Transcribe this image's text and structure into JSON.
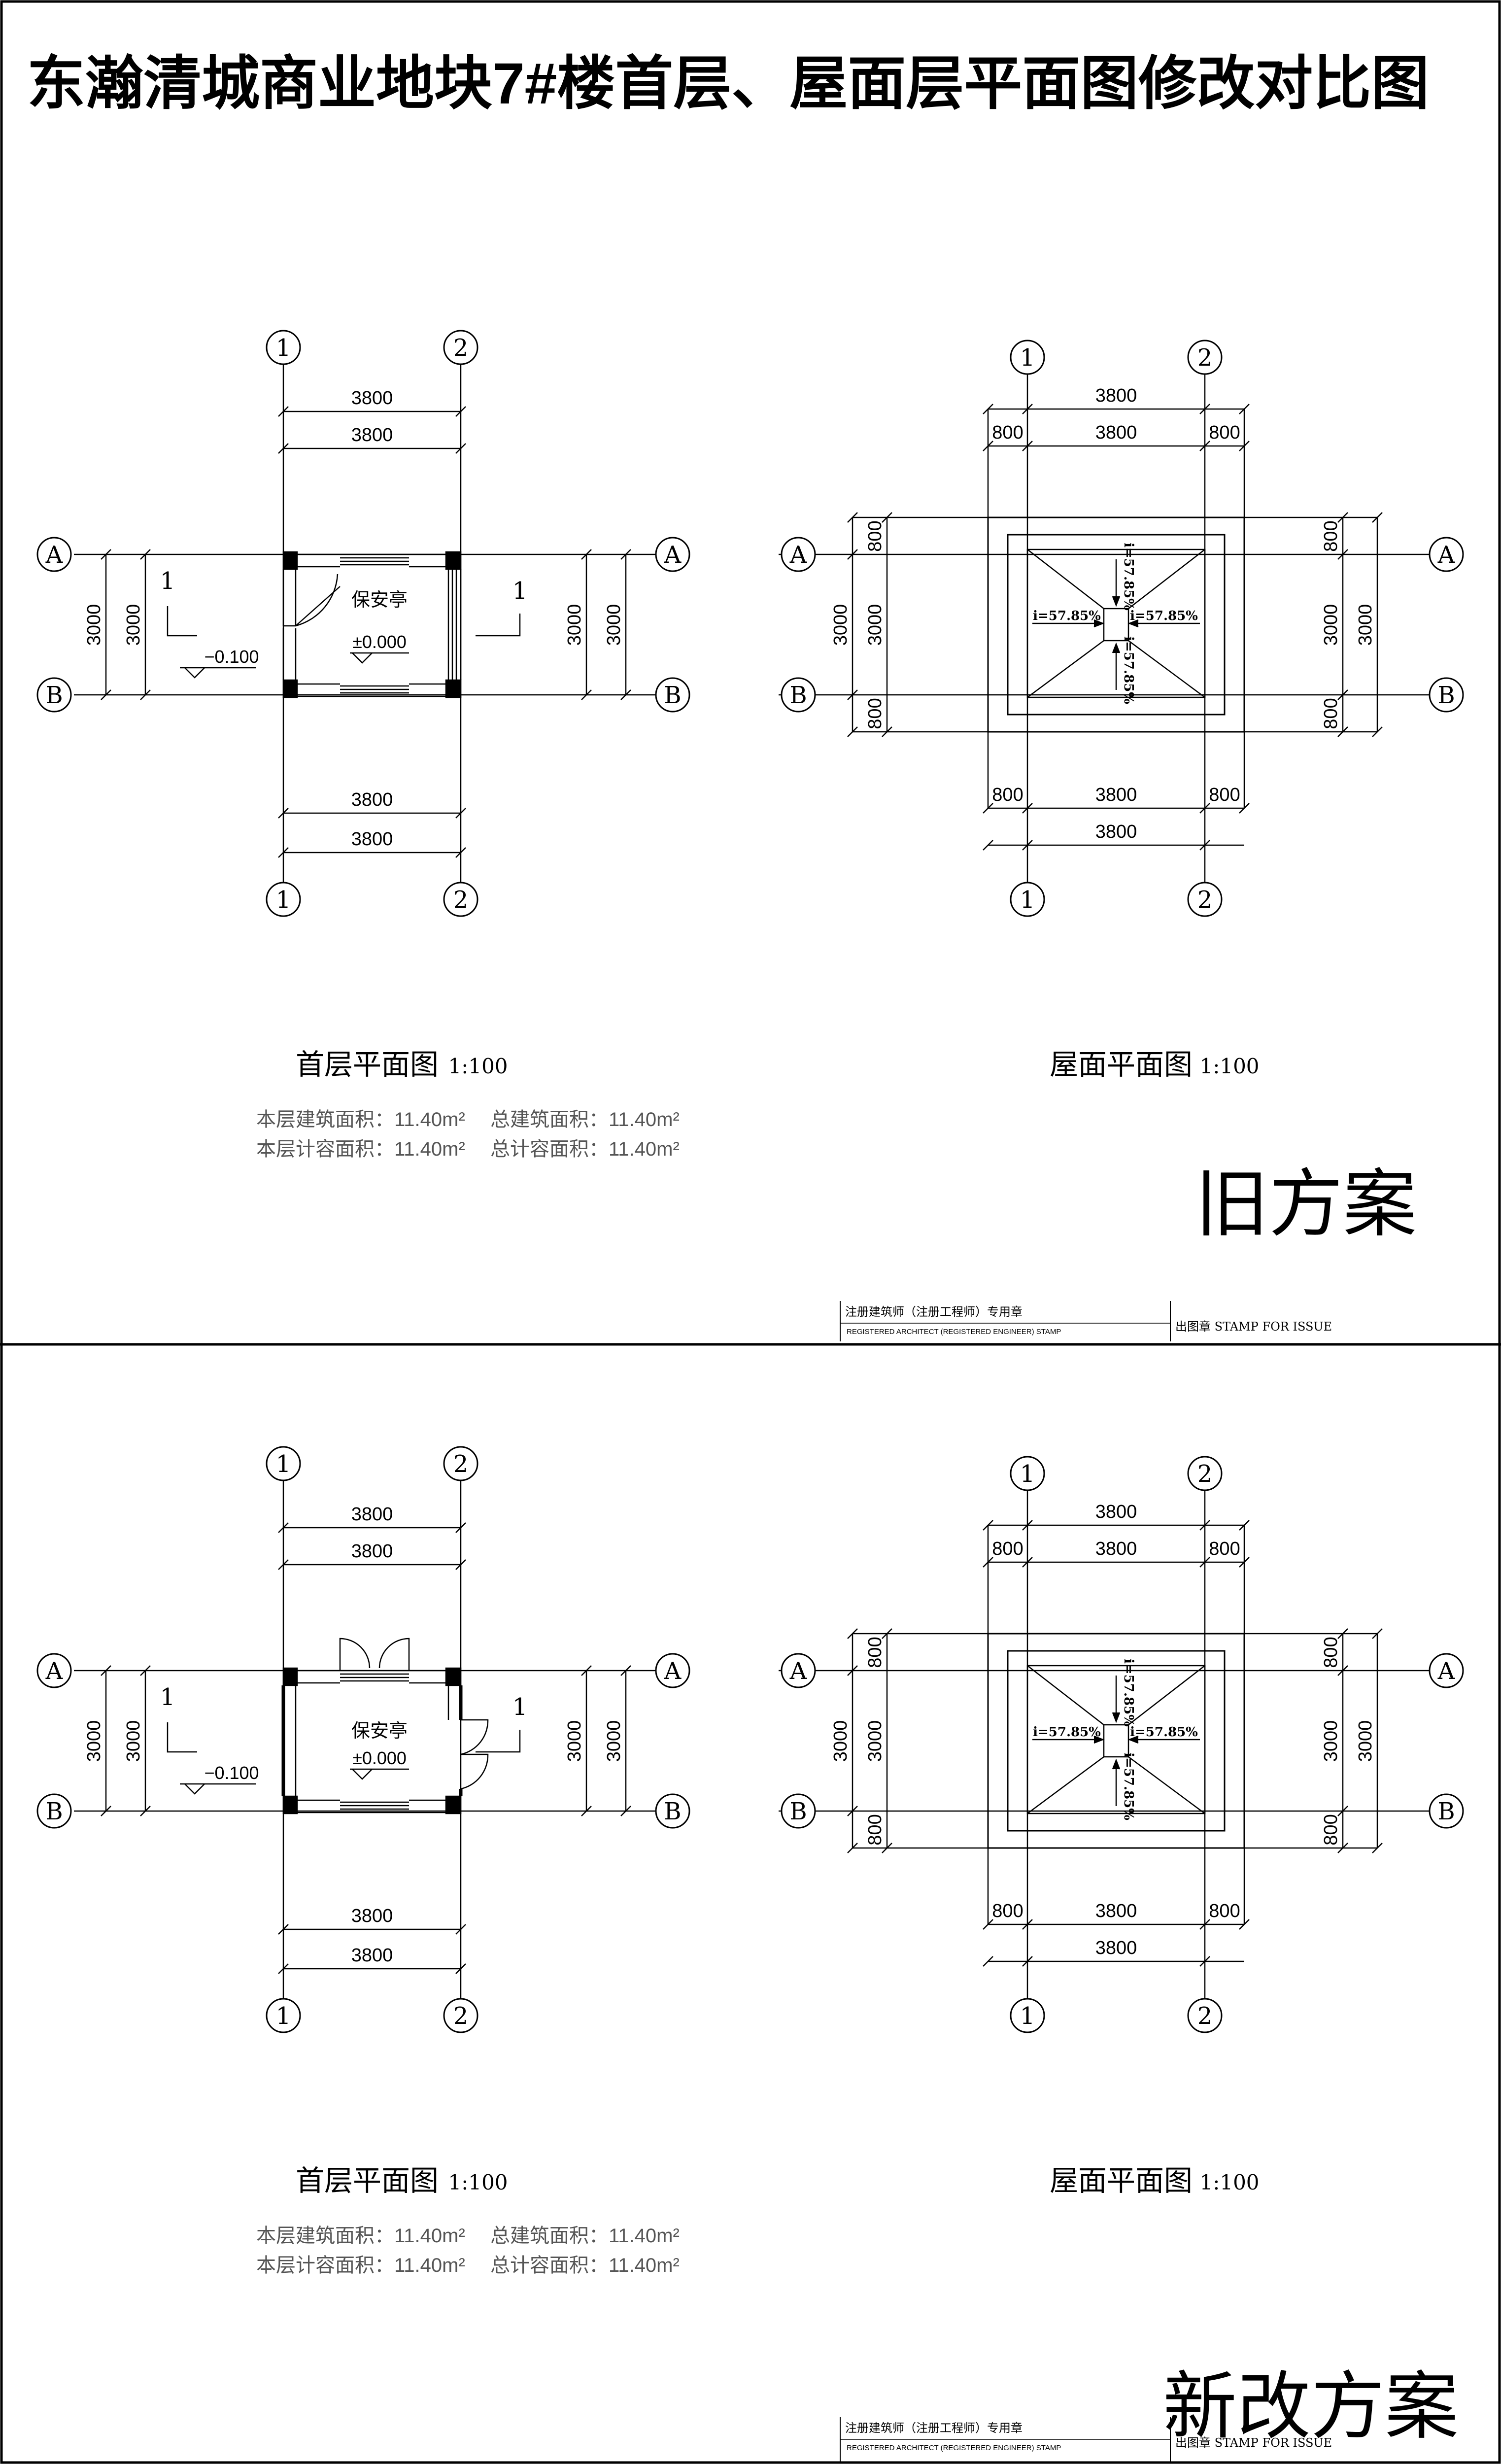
{
  "title": "东瀚清城商业地块7#楼首层、屋面层平面图修改对比图",
  "axes": {
    "col1": "1",
    "col2": "2",
    "rowA": "A",
    "rowB": "B"
  },
  "dims": {
    "w3800": "3800",
    "w800": "800",
    "h3000": "3000"
  },
  "room": {
    "name": "保安亭",
    "elev": "±0.000",
    "outside_elev": "−0.100",
    "section_mark": "1"
  },
  "roof": {
    "slope": "i=57.85%"
  },
  "ground_plan": {
    "title": "首层平面图",
    "scale": "1:100",
    "area_floor": "本层建筑面积：11.40m²",
    "area_total": "总建筑面积：11.40m²",
    "far_floor": "本层计容面积：11.40m²",
    "far_total": "总计容面积：11.40m²"
  },
  "roof_plan": {
    "title": "屋面平面图",
    "scale": "1:100"
  },
  "stamp": {
    "architect_cn": "注册建筑师（注册工程师）专用章",
    "architect_en": "REGISTERED    ARCHITECT    (REGISTERED    ENGINEER)    STAMP",
    "issue": "出图章 STAMP FOR ISSUE"
  },
  "old_label": "旧方案",
  "new_label": "新改方案"
}
